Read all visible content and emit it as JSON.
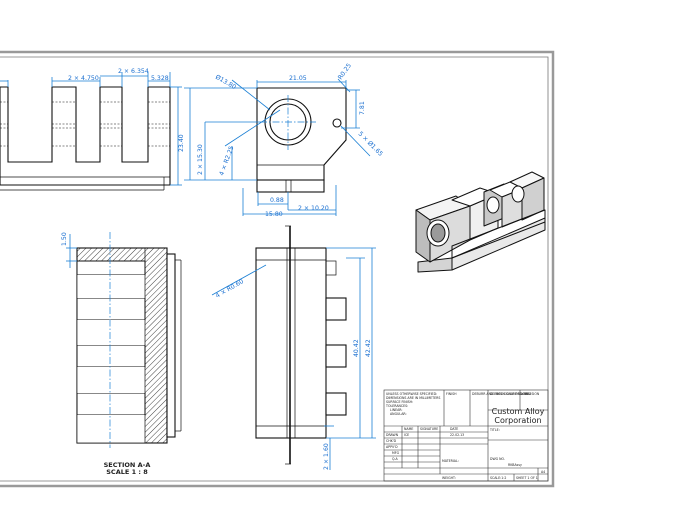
{
  "dimensions": {
    "top_2x4_750": "2 × 4.750",
    "top_2x6_354": "2 × 6.354",
    "top_5_328": "5.328",
    "dia_13_80": "Ø13.80",
    "d_21_05": "21.05",
    "d_r0_25": "R0.25",
    "d_7_81": "7.81",
    "d_23_40": "23.40",
    "d_2x15_30": "2 × 15.30",
    "d_4x_r2_25": "4 × R2.25",
    "d_5x_d1_65": "5 × Ø1.65",
    "d_0_88": "0.88",
    "d_2x10_20": "2 × 10.20",
    "d_15_80": "15.80",
    "d_1_50": "1.50",
    "d_4x_r0_60": "4 × R0.60",
    "d_40_42": "40.42",
    "d_42_42": "42.42",
    "d_2x1_60": "2 × 1.60"
  },
  "section": {
    "title": "SECTION A-A",
    "scale": "SCALE 1 : 8"
  },
  "title_block": {
    "notes_lines": [
      "UNLESS OTHERWISE SPECIFIED:",
      "DIMENSIONS ARE IN MILLIMETERS",
      "SURFACE FINISH:",
      "TOLERANCES:",
      "LINEAR:",
      "ANGULAR:"
    ],
    "finish_label": "FINISH",
    "deburr_label": "DEBURR AND BREAK SHARP EDGES",
    "no_scale_label": "DO NOT SCALE DRAWING",
    "revision_label": "REVISION",
    "title_label": "TITLE:",
    "company_line1": "Custom Alloy",
    "company_line2": "Corporation",
    "col_name": "NAME",
    "col_signature": "SIGNATURE",
    "col_date": "DATE",
    "rows": [
      "DRAWN",
      "CHK'D",
      "APPV'D",
      "MFG",
      "Q.A"
    ],
    "drawn_name": "ICE",
    "drawn_date": "22.02.13",
    "material_label": "MATERIAL:",
    "dwg_no_label": "DWG NO.",
    "dwg_no_value": "RKBAssy",
    "weight_label": "WEIGHT:",
    "scale_label": "SCALE:1:2",
    "sheet_label": "SHEET 1 OF 1",
    "size": "A4"
  }
}
